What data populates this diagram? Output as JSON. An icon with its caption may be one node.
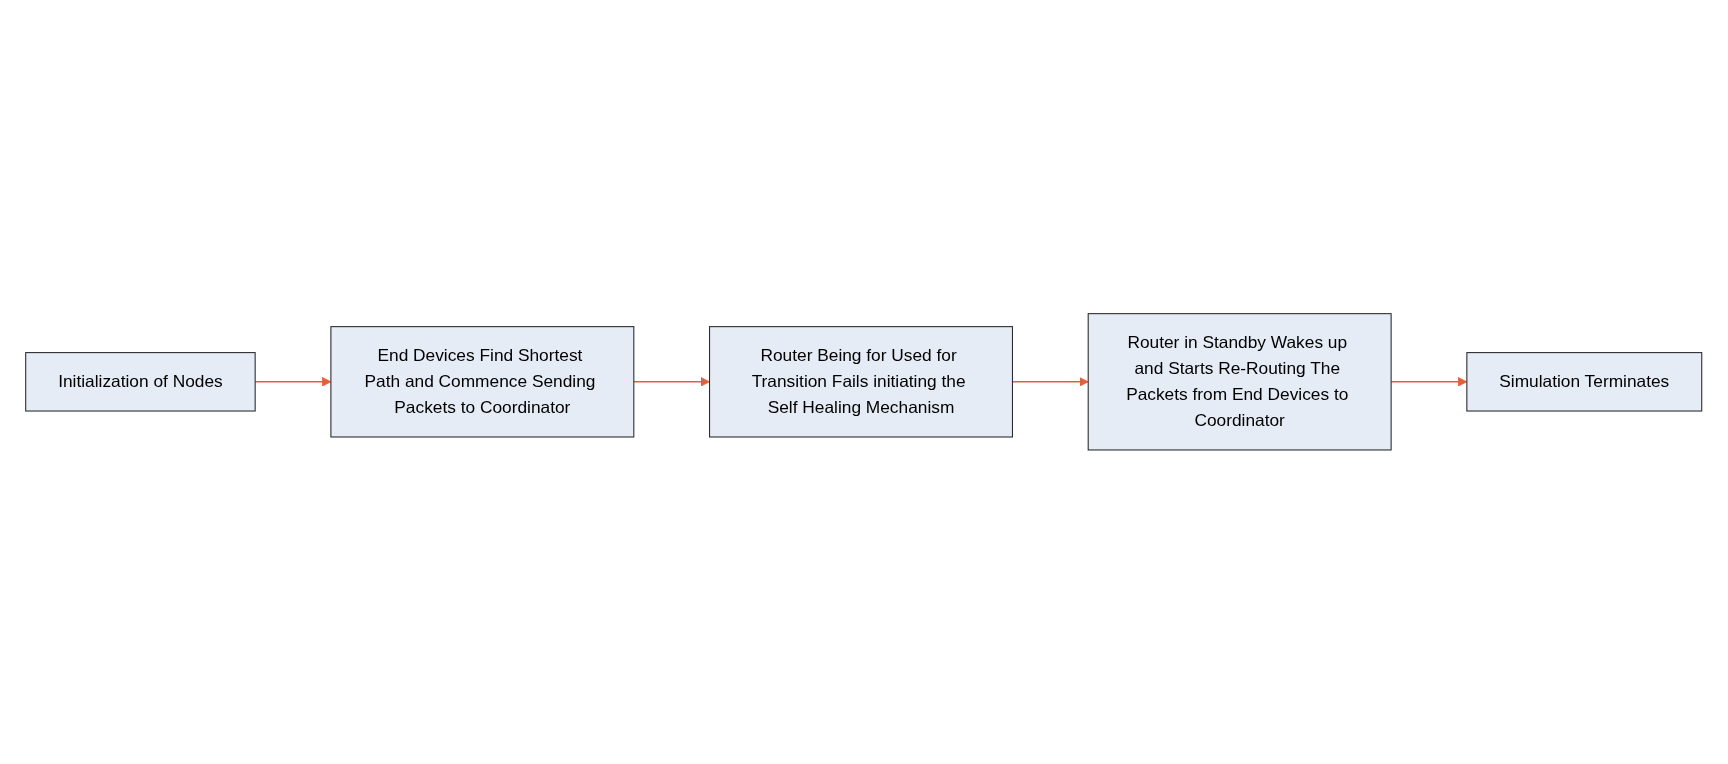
{
  "diagram": {
    "nodes": [
      {
        "text": [
          "Initialization of Nodes"
        ]
      },
      {
        "text": [
          "End Devices Find Shortest Path and Commence Sending Packets to Coordinator"
        ]
      },
      {
        "text": [
          "Router Being for Used for Transition Fails initiating the Self Healing Mechanism"
        ]
      },
      {
        "text": [
          "Router in Standby Wakes up and Starts Re-Routing The Packets from End Devices to Coordinator"
        ]
      },
      {
        "text": [
          "Simulation Terminates"
        ]
      }
    ],
    "edges": [
      {
        "from": 0,
        "to": 1,
        "arrow": "to",
        "color": "#e0603e"
      },
      {
        "from": 1,
        "to": 2,
        "arrow": "to",
        "color": "#e0603e"
      },
      {
        "from": 2,
        "to": 3,
        "arrow": "to",
        "color": "#e0603e"
      },
      {
        "from": 3,
        "to": 4,
        "arrow": "to",
        "color": "#e0603e"
      }
    ]
  }
}
